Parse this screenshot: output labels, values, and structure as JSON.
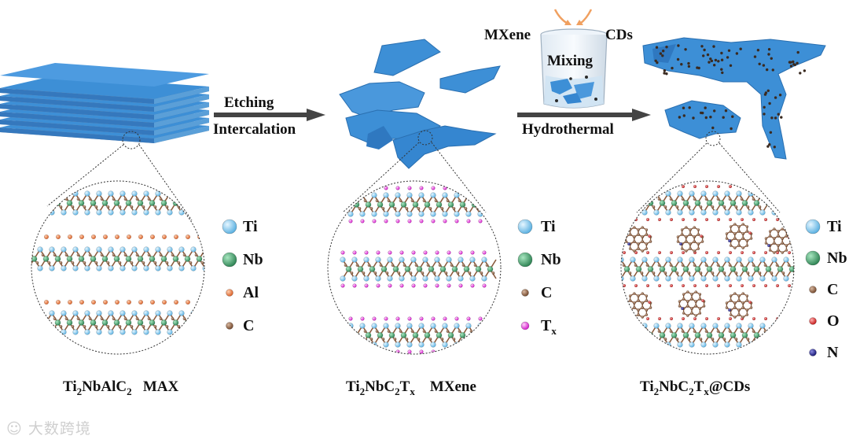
{
  "colors": {
    "ti": "#7ec8ee",
    "nb": "#3fa06a",
    "al": "#e9773a",
    "c": "#8a5a3c",
    "tx": "#e22ed8",
    "o": "#e02020",
    "n": "#1e1e9a",
    "sheet": "#3d8fd6",
    "spacer": "#a6a6a6",
    "arrow": "#444444"
  },
  "steps": {
    "etching": "Etching",
    "intercalation": "Intercalation",
    "hydrothermal": "Hydrothermal",
    "mxene_in": "MXene",
    "cds_in": "CDs",
    "mixing": "Mixing"
  },
  "panels": [
    {
      "legend": [
        {
          "sym": "Ti",
          "color": "ti"
        },
        {
          "sym": "Nb",
          "color": "nb"
        },
        {
          "sym": "Al",
          "color": "al"
        },
        {
          "sym": "C",
          "color": "c"
        }
      ],
      "caption": {
        "parts": [
          {
            "t": "Ti"
          },
          {
            "t": "2",
            "sub": true
          },
          {
            "t": "NbAlC"
          },
          {
            "t": "2",
            "sub": true
          },
          {
            "t": "   MAX"
          }
        ]
      }
    },
    {
      "legend": [
        {
          "sym": "Ti",
          "color": "ti"
        },
        {
          "sym": "Nb",
          "color": "nb"
        },
        {
          "sym": "C",
          "color": "c"
        },
        {
          "sym": "T",
          "sub": "x",
          "color": "tx"
        }
      ],
      "caption": {
        "parts": [
          {
            "t": "Ti"
          },
          {
            "t": "2",
            "sub": true
          },
          {
            "t": "NbC"
          },
          {
            "t": "2",
            "sub": true
          },
          {
            "t": "T"
          },
          {
            "t": "x",
            "sub": true
          },
          {
            "t": "    MXene"
          }
        ]
      }
    },
    {
      "legend": [
        {
          "sym": "Ti",
          "color": "ti"
        },
        {
          "sym": "Nb",
          "color": "nb"
        },
        {
          "sym": "C",
          "color": "c"
        },
        {
          "sym": "O",
          "color": "o"
        },
        {
          "sym": "N",
          "color": "n"
        }
      ],
      "caption": {
        "parts": [
          {
            "t": "Ti"
          },
          {
            "t": "2",
            "sub": true
          },
          {
            "t": "NbC"
          },
          {
            "t": "2",
            "sub": true
          },
          {
            "t": "T"
          },
          {
            "t": "x",
            "sub": true
          },
          {
            "t": "@CDs"
          }
        ]
      }
    }
  ],
  "watermark": "大数跨境"
}
